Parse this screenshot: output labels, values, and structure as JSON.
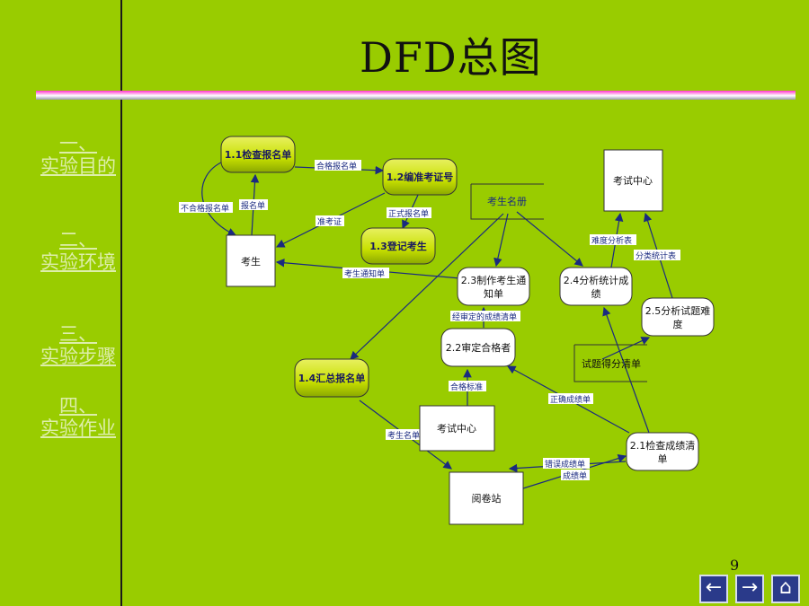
{
  "title": "DFD总图",
  "page_number": "9",
  "nav": [
    {
      "num": "一、",
      "label": "实验目的"
    },
    {
      "num": "二、",
      "label": "实验环境"
    },
    {
      "num": "三、",
      "label": "实验步骤"
    },
    {
      "num": "四、",
      "label": "实验作业"
    }
  ],
  "buttons": {
    "prev": "←",
    "next": "→",
    "home": "⌂"
  },
  "colors": {
    "background": "#99cc00",
    "process_yellow": "#c8e000",
    "flow_arrow": "#1a2a80"
  },
  "diagram": {
    "nodes": {
      "p11": "1.1检查报名单",
      "p12": "1.2编准考证号",
      "p13": "1.3登记考生",
      "p14": "1.4汇总报名单",
      "p21": "2.1检查成绩清单",
      "p22": "2.2审定合格者",
      "p23": "2.3制作考生通知单",
      "p24": "2.4分析统计成绩",
      "p25": "2.5分析试题难度",
      "e_student": "考生",
      "e_center_top": "考试中心",
      "e_center_mid": "考试中心",
      "e_grading": "阅卷站",
      "s_roster": "考生名册",
      "s_scores": "试题得分清单"
    },
    "flows": {
      "f1": "合格报名单",
      "f2": "不合格报名单",
      "f3": "报名单",
      "f4": "准考证",
      "f5": "正式报名单",
      "f6": "考生通知单",
      "f7": "经审定的成绩清单",
      "f8": "合格标准",
      "f9": "正确成绩单",
      "f10": "难度分析表",
      "f11": "分类统计表",
      "f12": "考生名单",
      "f13": "错误成绩单",
      "f14": "成绩单"
    }
  }
}
